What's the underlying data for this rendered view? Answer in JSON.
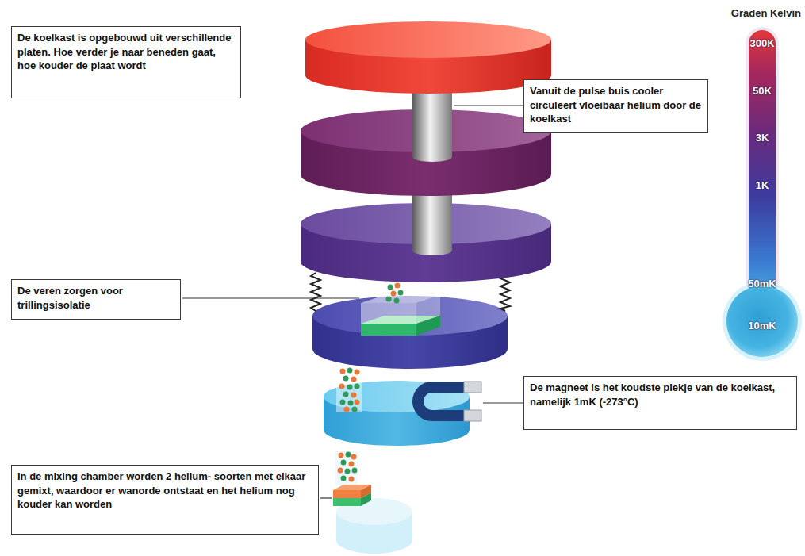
{
  "diagram": {
    "nodes": [
      {
        "text": [
          "De koelkast is opgebouwd uit verschillende platen. Hoe verder je naar beneden gaat, hoe kouder de plaat wordt"
        ]
      },
      {
        "text": [
          "Vanuit de pulse buis cooler circuleert vloeibaar helium door de koelkast"
        ]
      },
      {
        "text": [
          "De veren zorgen voor trillingsisolatie"
        ]
      },
      {
        "text": [
          "De magneet is het koudste plekje van de koelkast, namelijk 1mK (-273°C)"
        ]
      },
      {
        "text": [
          "In de mixing chamber worden 2 helium- soorten met elkaar gemixt, waardoor er wanorde ontstaat en het helium nog kouder kan worden"
        ]
      }
    ],
    "labels": [
      "Graden Kelvin",
      "300K",
      "50K",
      "3K",
      "1K",
      "50mK",
      "10mK"
    ]
  }
}
